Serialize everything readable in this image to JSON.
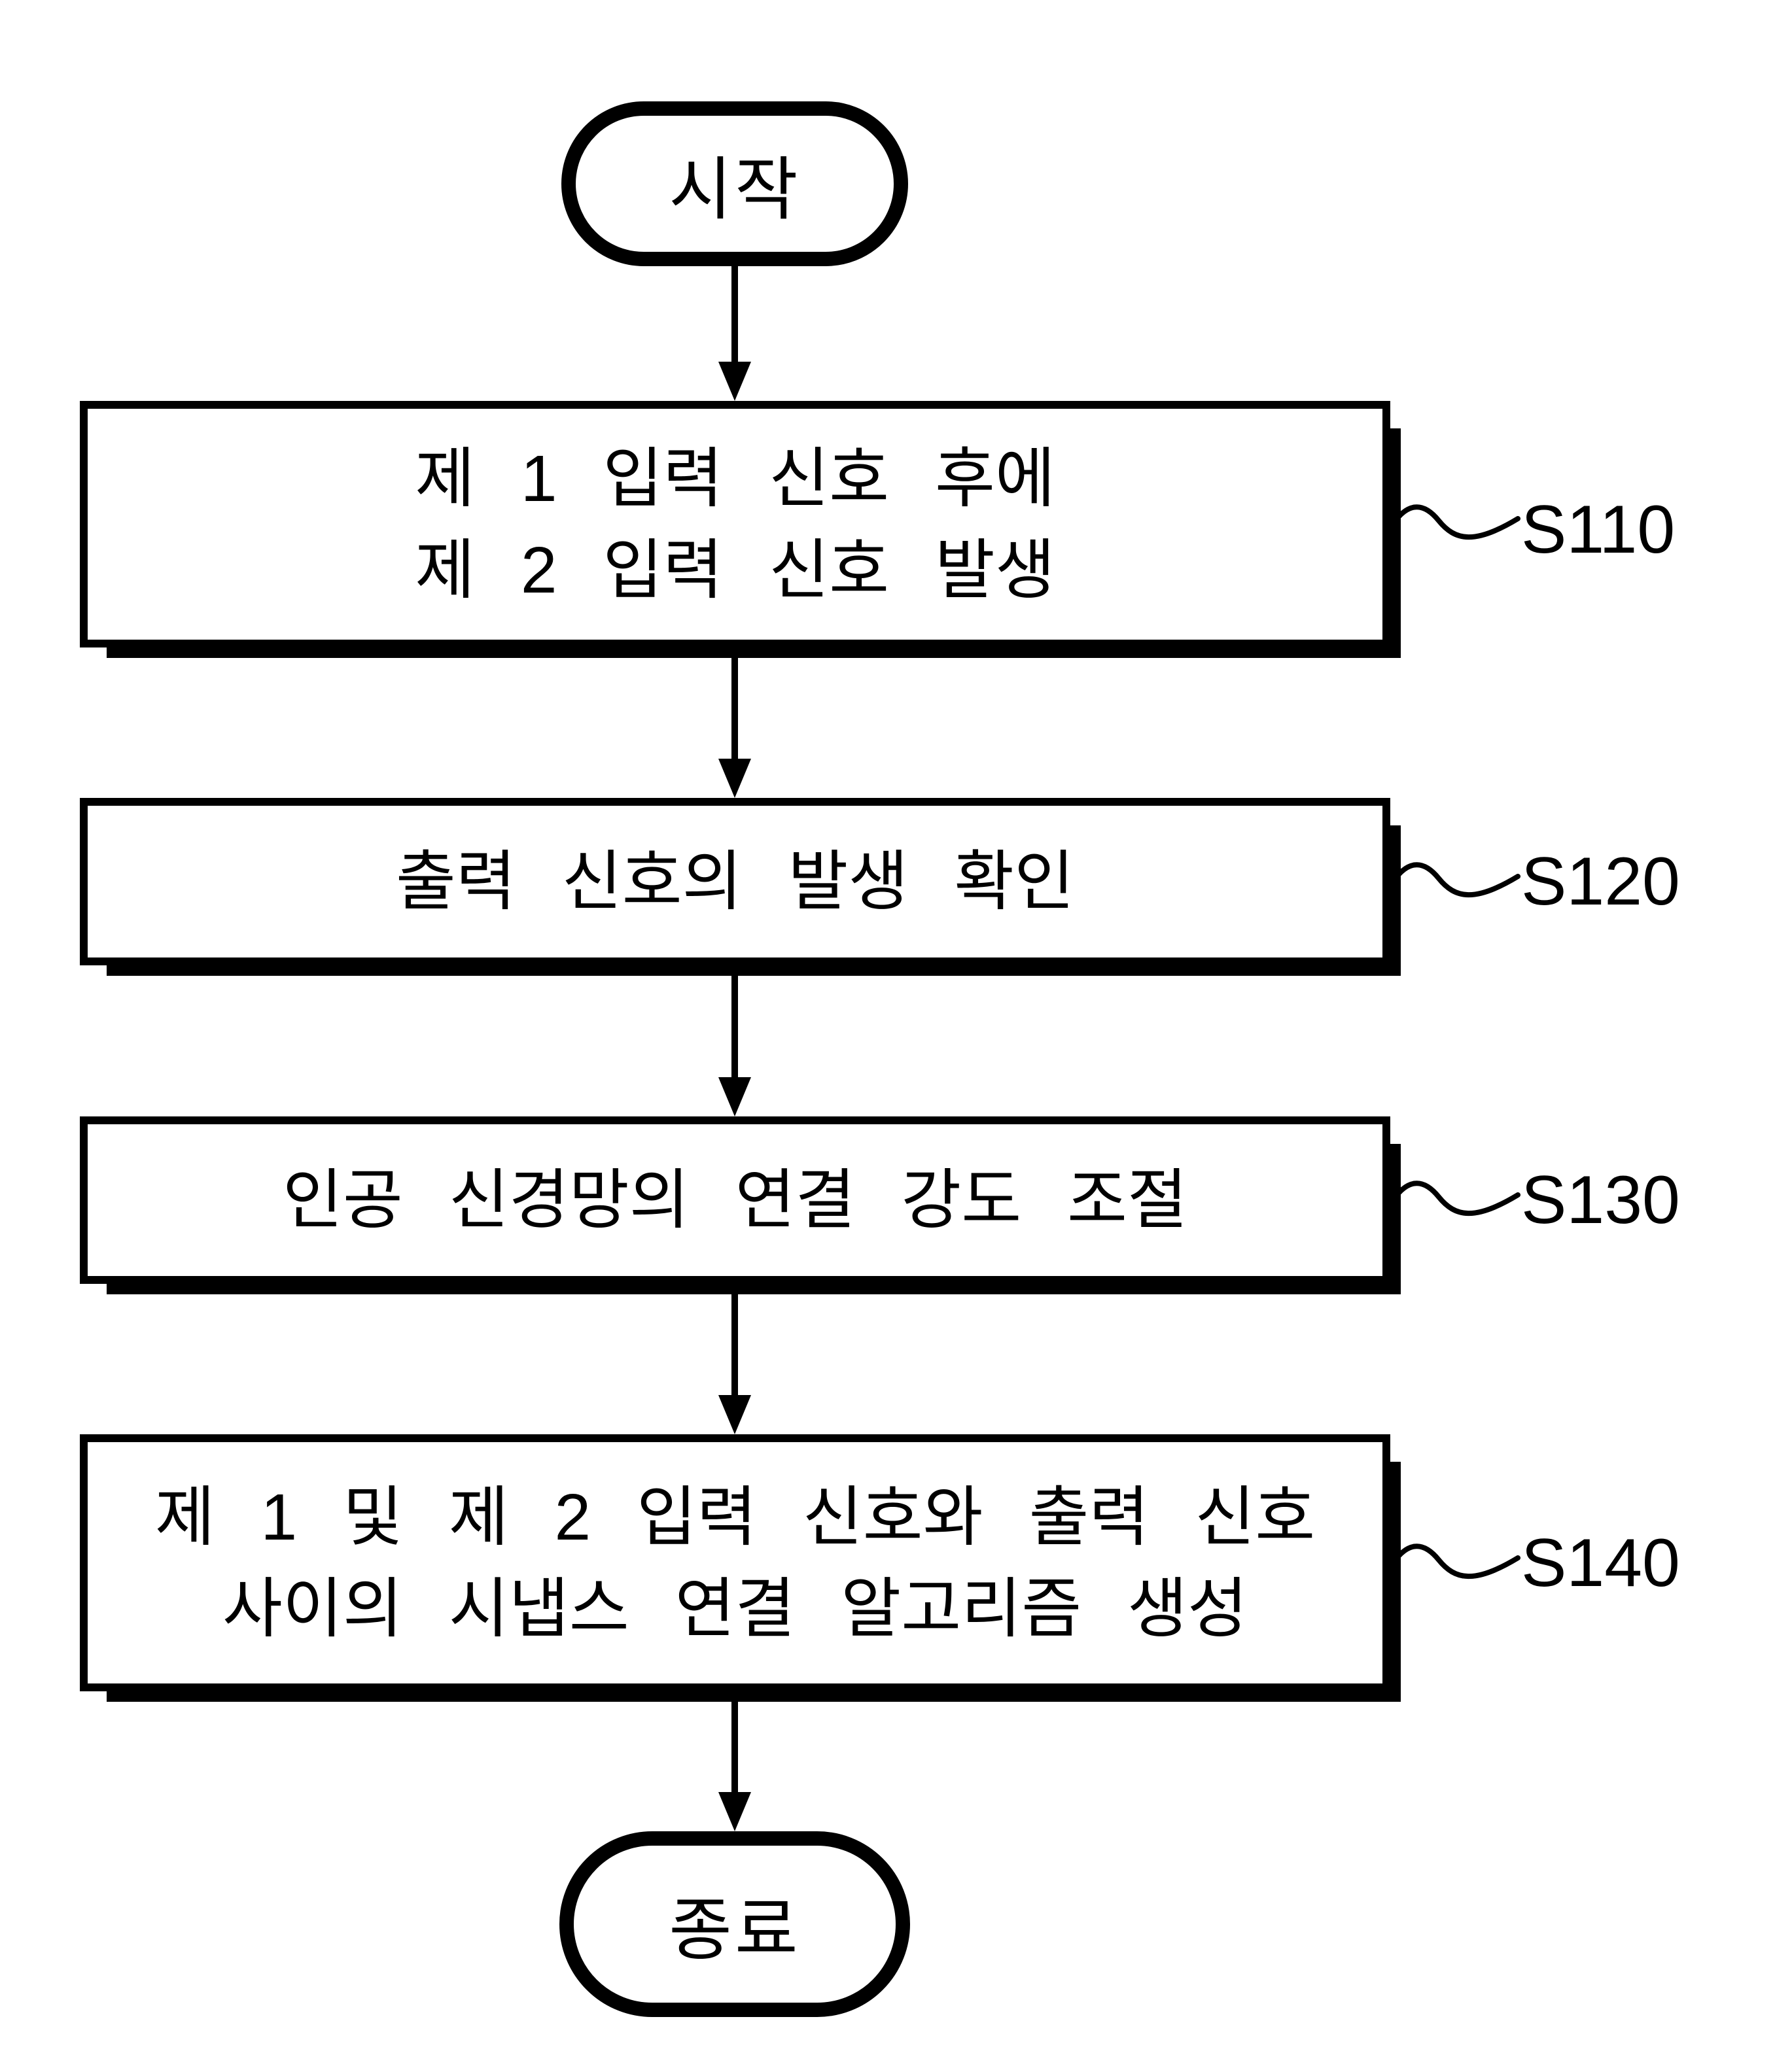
{
  "figure_type": "flowchart",
  "colors": {
    "background": "#ffffff",
    "ink": "#000000"
  },
  "flowchart": {
    "start": {
      "label": "시작"
    },
    "steps": [
      {
        "id": "S110",
        "lines": [
          "제 1 입력 신호 후에",
          "제 2 입력 신호 발생"
        ]
      },
      {
        "id": "S120",
        "lines": [
          "출력 신호의 발생 확인"
        ]
      },
      {
        "id": "S130",
        "lines": [
          "인공 신경망의 연결 강도 조절"
        ]
      },
      {
        "id": "S140",
        "lines": [
          "제 1 및 제 2 입력 신호와 출력 신호",
          "사이의 시냅스 연결 알고리즘 생성"
        ]
      }
    ],
    "end": {
      "label": "종료"
    }
  }
}
